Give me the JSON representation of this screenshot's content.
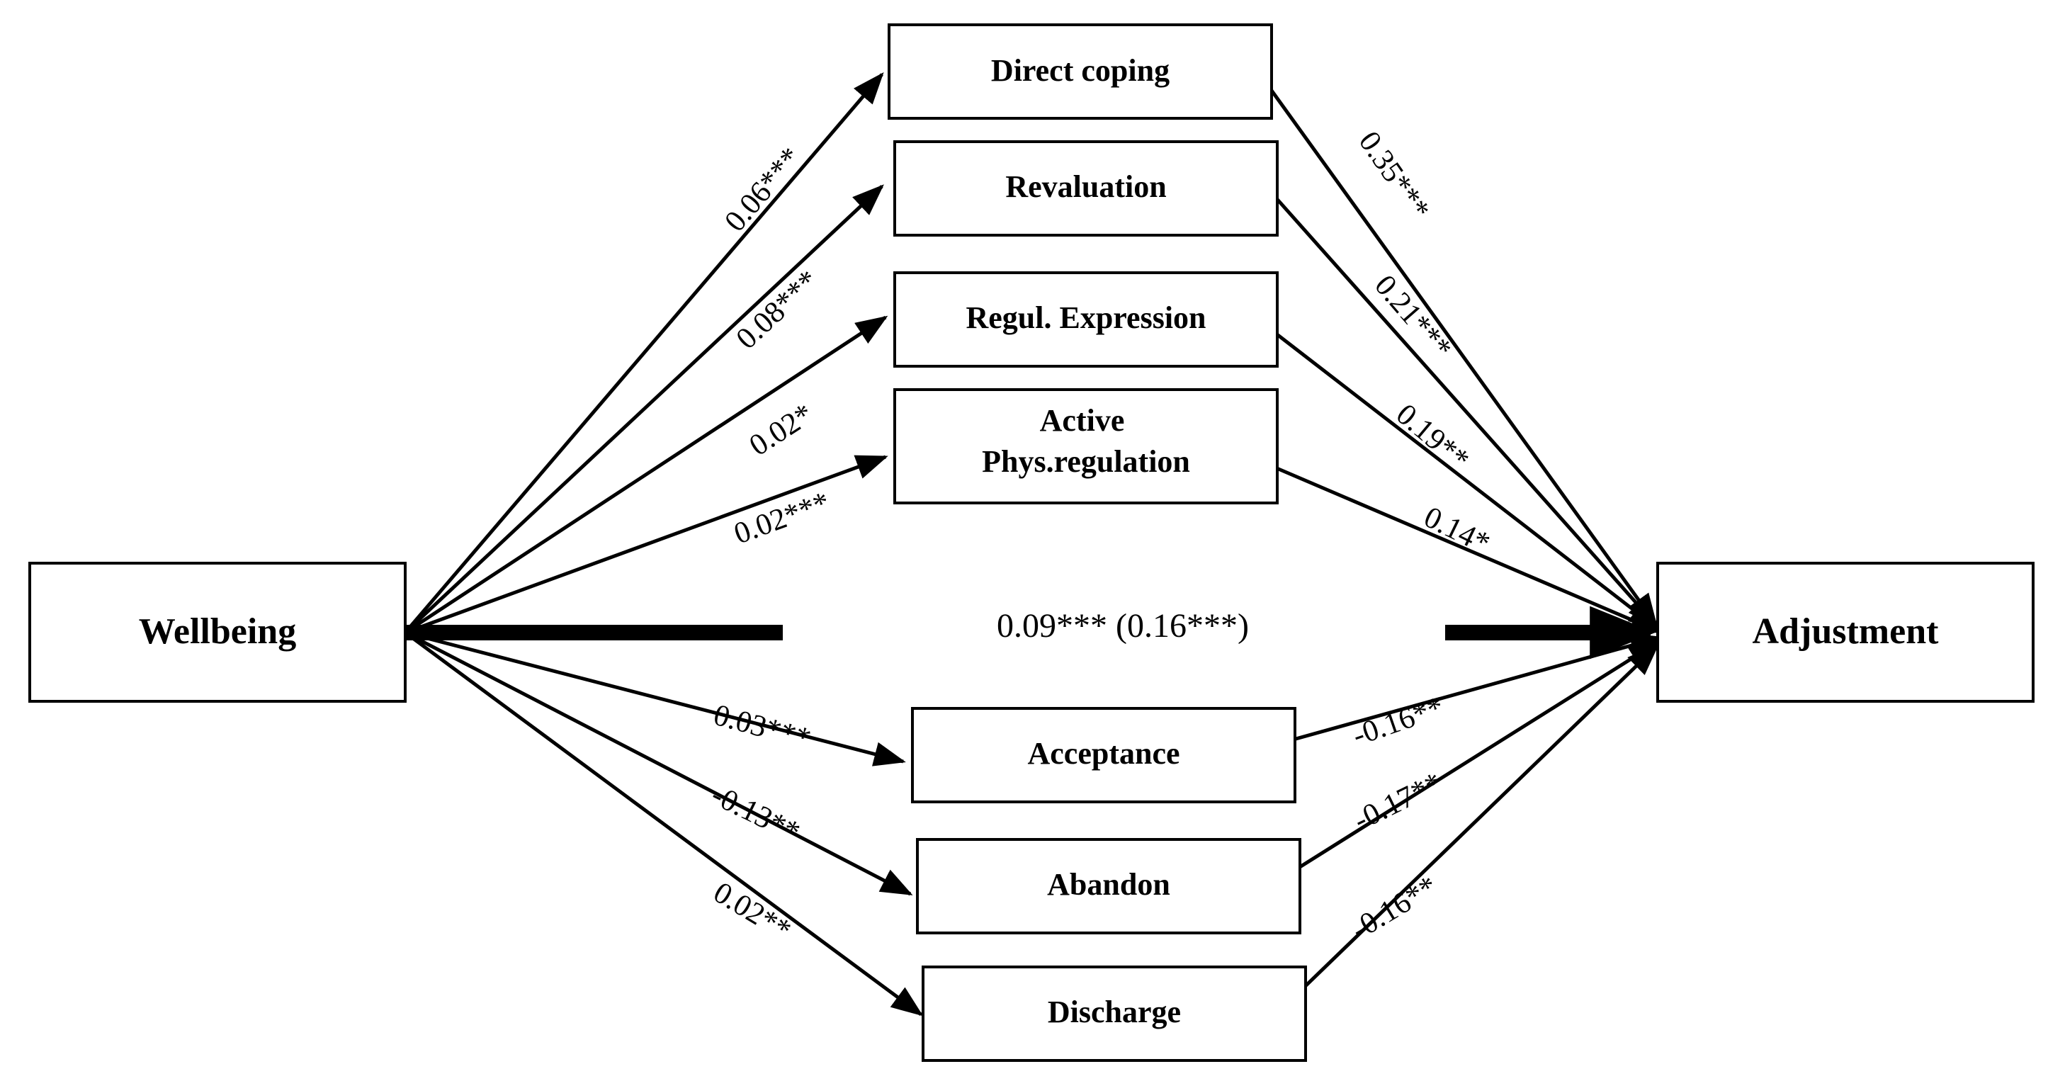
{
  "figure": {
    "type": "path-diagram",
    "predictor": {
      "label": "Wellbeing"
    },
    "outcome": {
      "label": "Adjustment"
    },
    "mediators": [
      {
        "id": "direct-coping",
        "label": "Direct coping"
      },
      {
        "id": "revaluation",
        "label": "Revaluation"
      },
      {
        "id": "regul-expression",
        "label": "Regul. Expression"
      },
      {
        "id": "active-phys-reg",
        "label": "Active\nPhys.regulation"
      },
      {
        "id": "acceptance",
        "label": "Acceptance"
      },
      {
        "id": "abandon",
        "label": "Abandon"
      },
      {
        "id": "discharge",
        "label": "Discharge"
      }
    ],
    "a_paths": [
      {
        "from": "Wellbeing",
        "to": "Direct coping",
        "coefficient": "0.06***"
      },
      {
        "from": "Wellbeing",
        "to": "Revaluation",
        "coefficient": "0.08***"
      },
      {
        "from": "Wellbeing",
        "to": "Regul. Expression",
        "coefficient": "0.02*"
      },
      {
        "from": "Wellbeing",
        "to": "Active Phys.regulation",
        "coefficient": "0.02***"
      },
      {
        "from": "Wellbeing",
        "to": "Acceptance",
        "coefficient": "0.03***"
      },
      {
        "from": "Wellbeing",
        "to": "Abandon",
        "coefficient": "-0.13**"
      },
      {
        "from": "Wellbeing",
        "to": "Discharge",
        "coefficient": "0.02**"
      }
    ],
    "b_paths": [
      {
        "from": "Direct coping",
        "to": "Adjustment",
        "coefficient": "0.35***"
      },
      {
        "from": "Revaluation",
        "to": "Adjustment",
        "coefficient": "0.21***"
      },
      {
        "from": "Regul. Expression",
        "to": "Adjustment",
        "coefficient": "0.19**"
      },
      {
        "from": "Active Phys.regulation",
        "to": "Adjustment",
        "coefficient": "0.14*"
      },
      {
        "from": "Acceptance",
        "to": "Adjustment",
        "coefficient": "-0.16**"
      },
      {
        "from": "Abandon",
        "to": "Adjustment",
        "coefficient": "-0.17**"
      },
      {
        "from": "Discharge",
        "to": "Adjustment",
        "coefficient": "-0.16**"
      }
    ],
    "direct_path": {
      "from": "Wellbeing",
      "to": "Adjustment",
      "coefficient": "0.09*** (0.16***)"
    },
    "colors": {
      "stroke": "#000000",
      "fill": "#ffffff",
      "text": "#000000"
    }
  }
}
